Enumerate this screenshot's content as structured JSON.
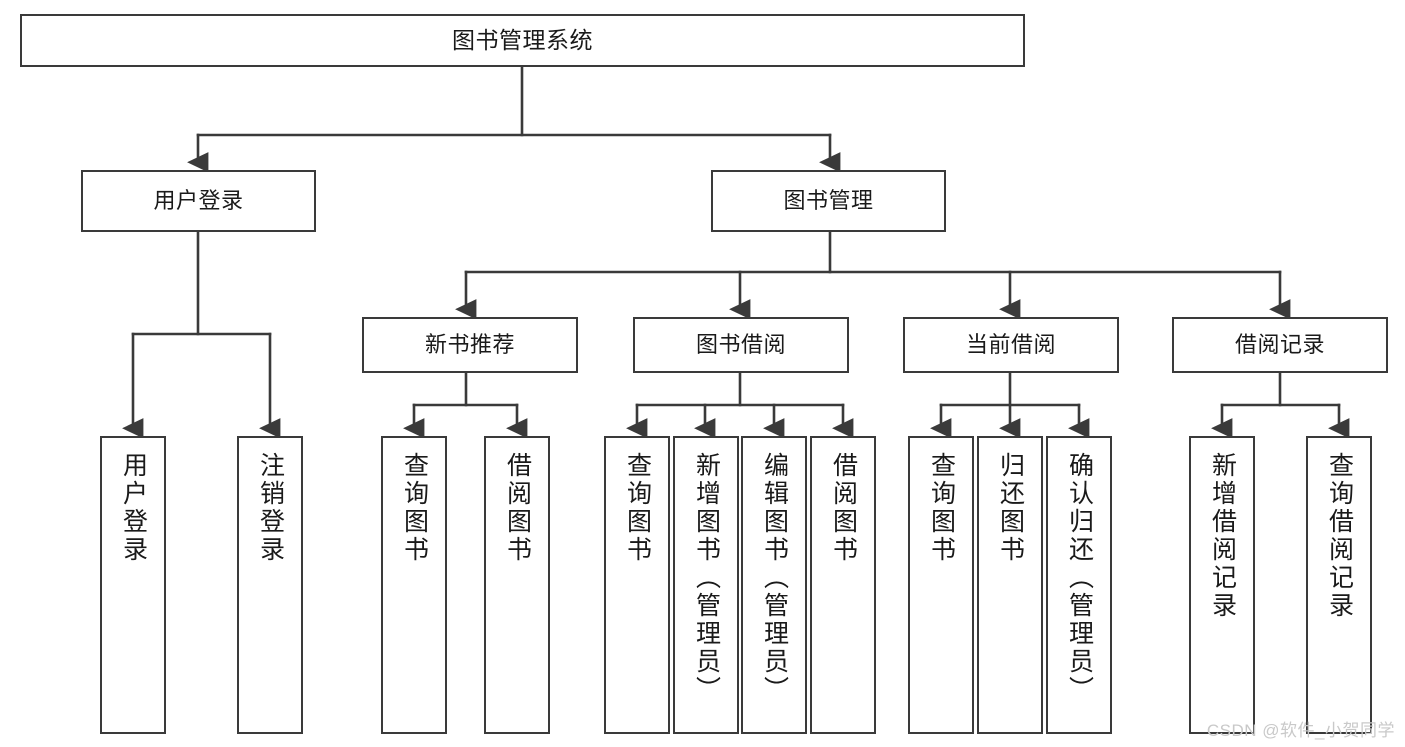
{
  "diagram": {
    "type": "tree",
    "title": "图书管理系统",
    "orientation": "top-down",
    "colors": {
      "box_border": "#3a3a3a",
      "box_fill": "#ffffff",
      "edge": "#3a3a3a",
      "text": "#1a1a1a",
      "watermark": "#c9c9c9",
      "background": "#ffffff"
    }
  },
  "watermark": {
    "text": "CSDN @软件_小贺同学"
  },
  "root": {
    "label": "图书管理系统"
  },
  "level2": [
    {
      "label": "用户登录"
    },
    {
      "label": "图书管理"
    }
  ],
  "level3": [
    {
      "label": "新书推荐"
    },
    {
      "label": "图书借阅"
    },
    {
      "label": "当前借阅"
    },
    {
      "label": "借阅记录"
    }
  ],
  "leaves": {
    "user_login": [
      {
        "label": "用户登录"
      },
      {
        "label": "注销登录"
      }
    ],
    "new_book": [
      {
        "label": "查询图书"
      },
      {
        "label": "借阅图书"
      }
    ],
    "book_borrow": [
      {
        "label": "查询图书"
      },
      {
        "label": "新增图书（管理员）"
      },
      {
        "label": "编辑图书（管理员）"
      },
      {
        "label": "借阅图书"
      }
    ],
    "current_borrow": [
      {
        "label": "查询图书"
      },
      {
        "label": "归还图书"
      },
      {
        "label": "确认归还（管理员）"
      }
    ],
    "borrow_record": [
      {
        "label": "新增借阅记录"
      },
      {
        "label": "查询借阅记录"
      }
    ]
  }
}
